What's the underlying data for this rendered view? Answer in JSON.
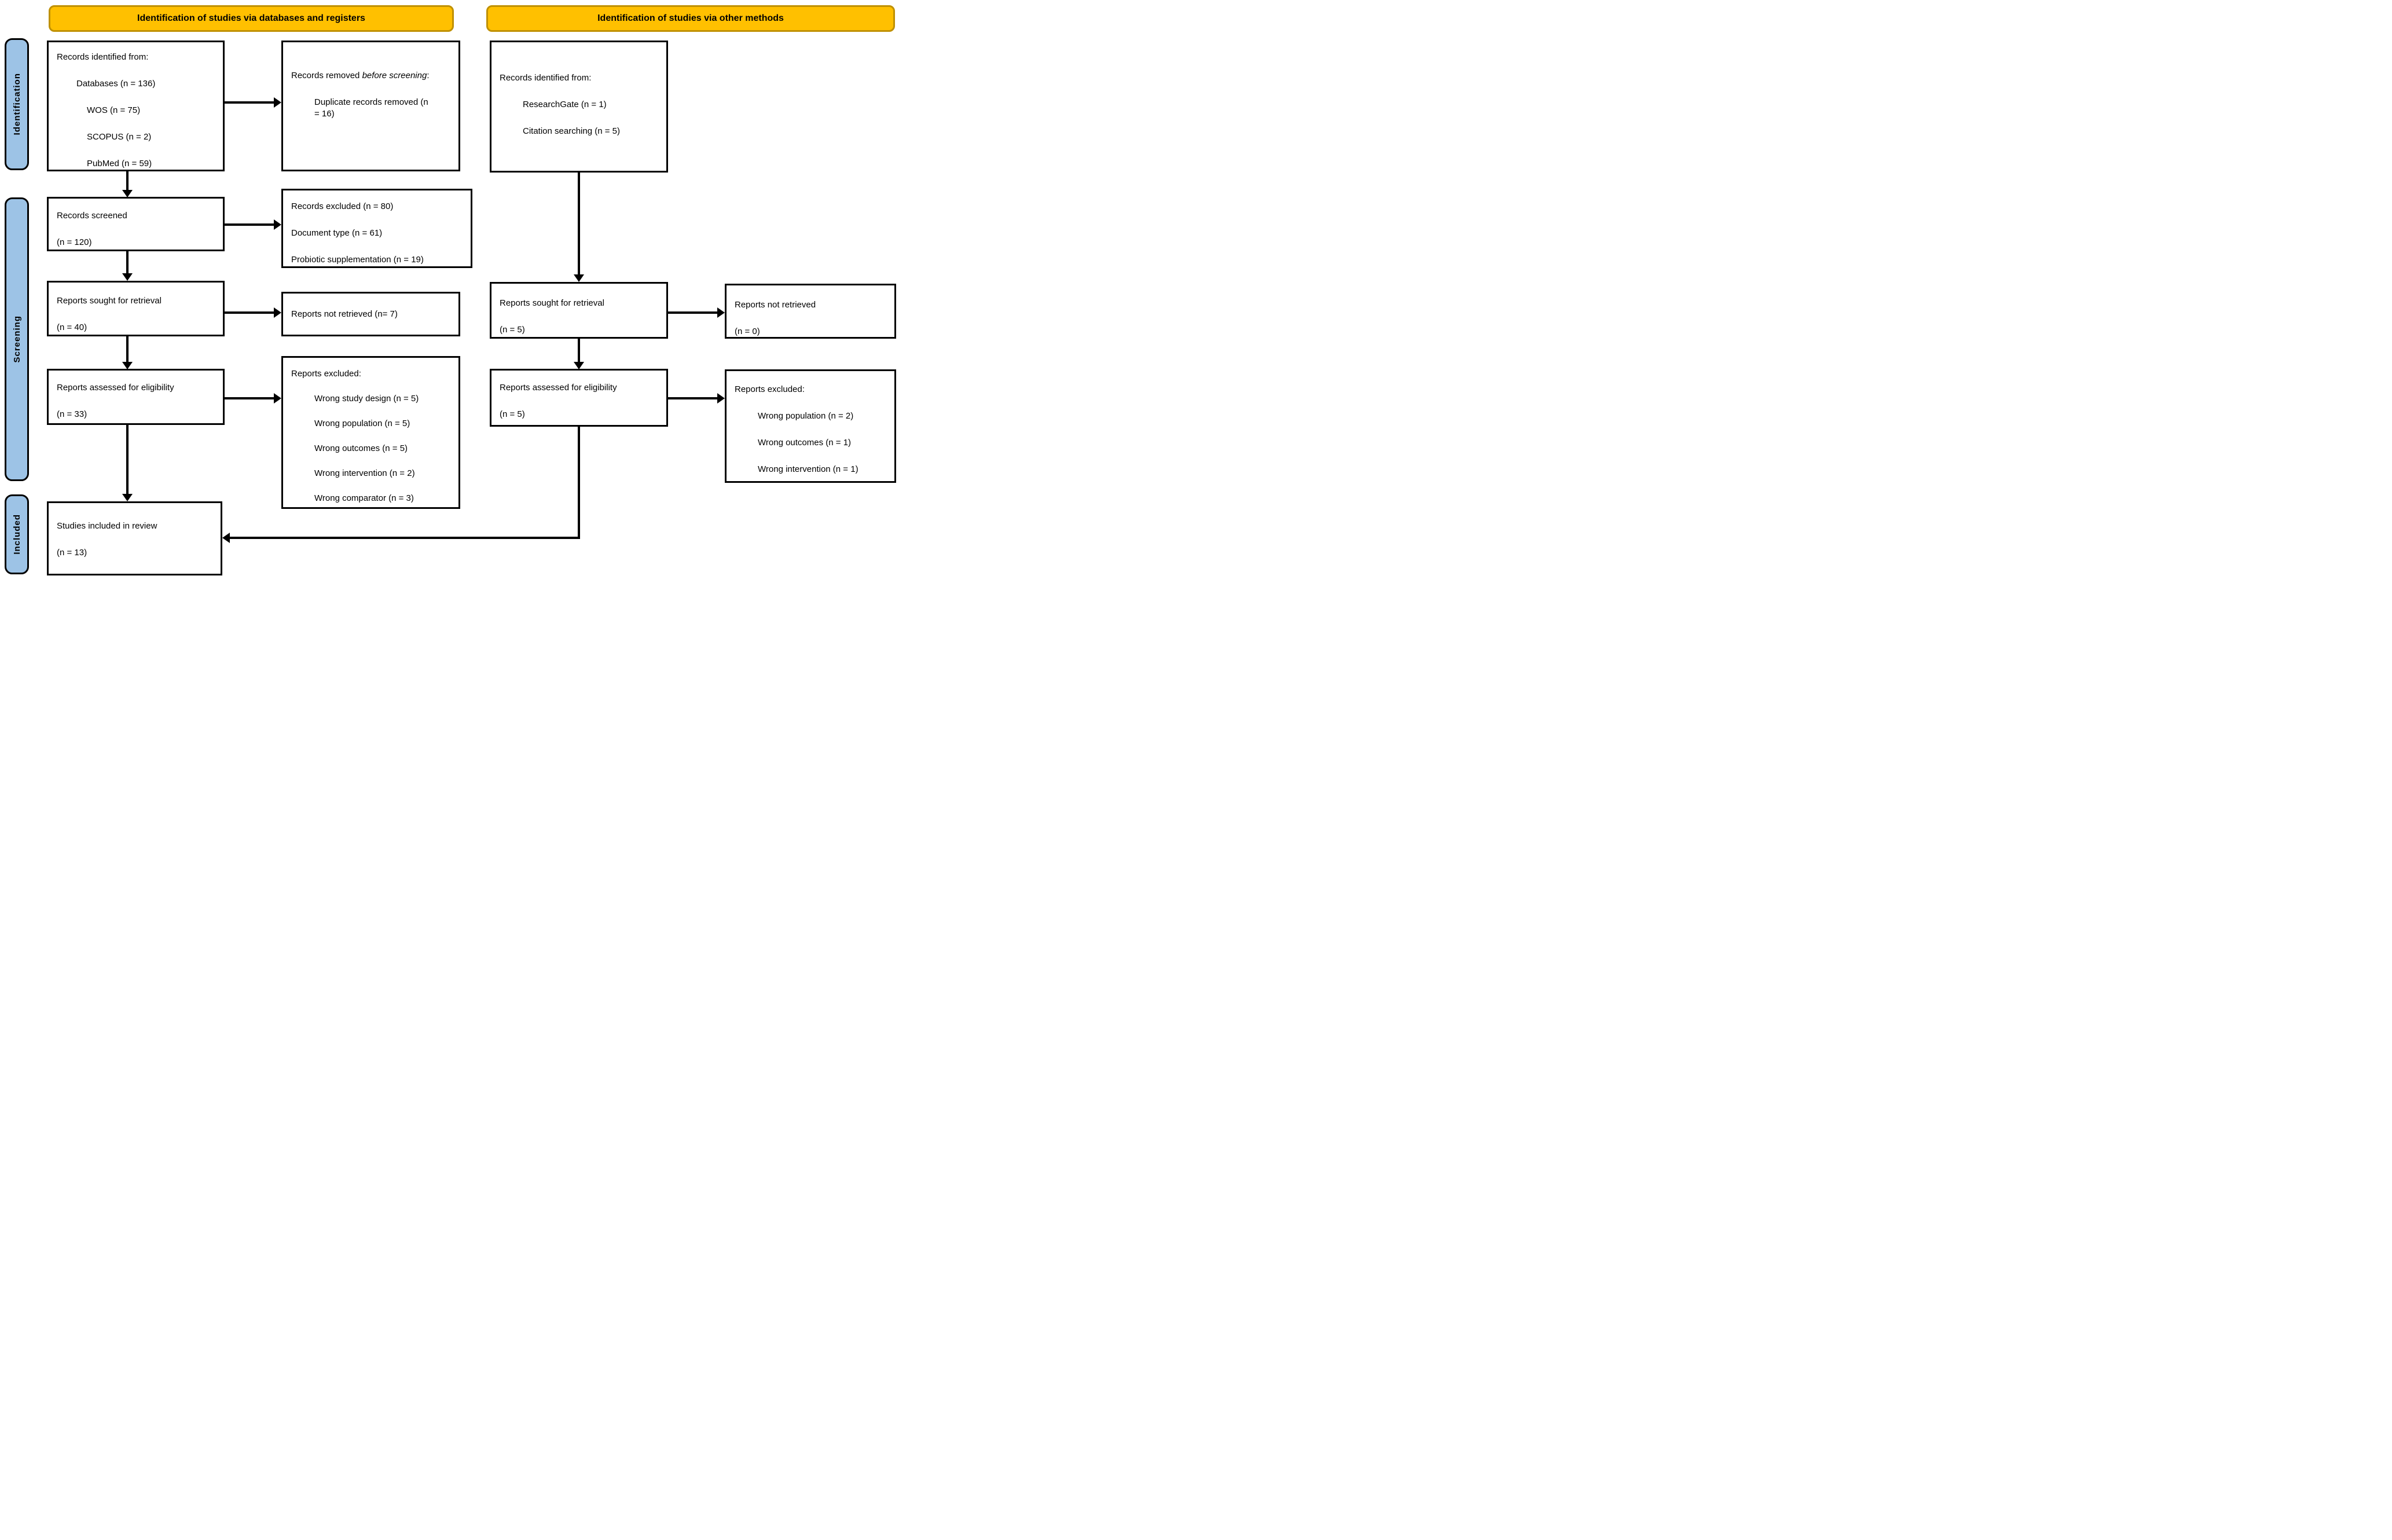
{
  "headers": {
    "left": "Identification of studies via databases and registers",
    "right": "Identification of studies via other methods"
  },
  "side_labels": {
    "identification": "Identification",
    "screening": "Screening",
    "included": "Included"
  },
  "colors": {
    "header_fill": "#FFC000",
    "header_border": "#BF9000",
    "side_fill": "#9DC3E6",
    "box_border": "#000000",
    "arrow": "#000000"
  },
  "boxes": {
    "records_identified_db": {
      "title": "Records identified from:",
      "items": [
        "Databases (n = 136)",
        "WOS (n = 75)",
        "SCOPUS (n = 2)",
        "PubMed (n = 59)"
      ]
    },
    "records_removed": {
      "title_prefix": "Records removed ",
      "title_italic": "before screening",
      "title_suffix": ":",
      "items": [
        "Duplicate records removed (n = 16)"
      ]
    },
    "records_identified_other": {
      "title": "Records identified from:",
      "items": [
        "ResearchGate (n = 1)",
        "Citation searching (n = 5)"
      ]
    },
    "records_screened": {
      "title": "Records screened",
      "count": "(n = 120)"
    },
    "records_excluded": {
      "lines": [
        "Records excluded (n = 80)",
        "Document type (n = 61)",
        "Probiotic supplementation (n = 19)"
      ]
    },
    "reports_sought_db": {
      "title": "Reports sought for retrieval",
      "count": "(n = 40)"
    },
    "reports_not_retrieved_db": {
      "title": "Reports not retrieved (n= 7)"
    },
    "reports_sought_other": {
      "title": "Reports sought for retrieval",
      "count": "(n = 5)"
    },
    "reports_not_retrieved_other": {
      "title": "Reports not retrieved",
      "count": "(n = 0)"
    },
    "reports_assessed_db": {
      "title": "Reports assessed for eligibility",
      "count": "(n = 33)"
    },
    "reports_excluded_db": {
      "title": "Reports excluded:",
      "items": [
        "Wrong study design (n = 5)",
        "Wrong population (n = 5)",
        "Wrong outcomes (n = 5)",
        "Wrong intervention (n = 2)",
        "Wrong comparator (n = 3)"
      ]
    },
    "reports_assessed_other": {
      "title": "Reports assessed for eligibility",
      "count": "(n = 5)"
    },
    "reports_excluded_other": {
      "title": "Reports excluded:",
      "items": [
        "Wrong population (n = 2)",
        "Wrong outcomes (n = 1)",
        "Wrong intervention (n = 1)"
      ]
    },
    "studies_included": {
      "title": "Studies included in review",
      "count": "(n = 13)"
    }
  }
}
